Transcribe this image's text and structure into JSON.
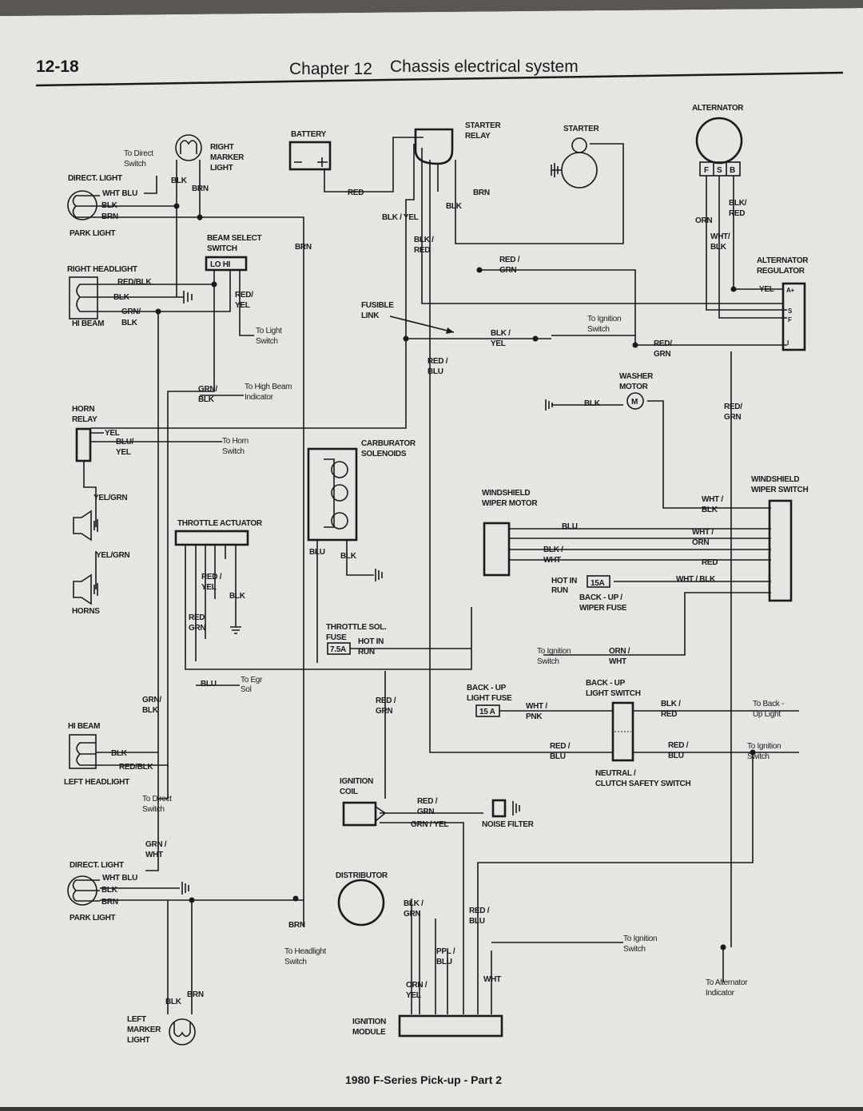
{
  "header": {
    "page_number": "12-18",
    "chapter": "Chapter 12",
    "title": "Chassis electrical system"
  },
  "footer": {
    "caption": "1980 F-Series Pick-up - Part 2"
  },
  "components": {
    "alternator": "ALTERNATOR",
    "alt_f": "F",
    "alt_s": "S",
    "alt_b": "B",
    "starter": "STARTER",
    "starter_relay_1": "STARTER",
    "starter_relay_2": "RELAY",
    "battery": "BATTERY",
    "right_marker_1": "RIGHT",
    "right_marker_2": "MARKER",
    "right_marker_3": "LIGHT",
    "to_direct_switch_1": "To Direct",
    "to_direct_switch_2": "Switch",
    "direct_light_r": "DIRECT. LIGHT",
    "park_light_r": "PARK LIGHT",
    "beam_select_1": "BEAM SELECT",
    "beam_select_2": "SWITCH",
    "beam_lo_hi": "LO  HI",
    "right_headlight": "RIGHT HEADLIGHT",
    "hi_beam_r": "HI BEAM",
    "to_light_switch_1": "To Light",
    "to_light_switch_2": "Switch",
    "fusible_link_1": "FUSIBLE",
    "fusible_link_2": "LINK",
    "to_ign_1a": "To Ignition",
    "to_ign_1b": "Switch",
    "regulator_1": "ALTERNATOR",
    "regulator_2": "REGULATOR",
    "reg_a": "A+",
    "reg_s": "S",
    "reg_f": "F",
    "reg_i": "I",
    "washer_1": "WASHER",
    "washer_2": "MOTOR",
    "washer_m": "M",
    "horn_relay_1": "HORN",
    "horn_relay_2": "RELAY",
    "to_high_beam_1": "To High Beam",
    "to_high_beam_2": "Indicator",
    "to_horn_1": "To Horn",
    "to_horn_2": "Switch",
    "carb_1": "CARBURATOR",
    "carb_2": "SOLENOIDS",
    "wiper_switch_1": "WINDSHIELD",
    "wiper_switch_2": "WIPER SWITCH",
    "wiper_motor_1": "WINDSHIELD",
    "wiper_motor_2": "WIPER MOTOR",
    "throttle_actuator": "THROTTLE ACTUATOR",
    "horns": "HORNS",
    "hot_in_run_a1": "HOT IN",
    "hot_in_run_a2": "RUN",
    "fuse_15a": "15A",
    "backup_wiper_fuse_1": "BACK  - UP /",
    "backup_wiper_fuse_2": "WIPER FUSE",
    "throttle_sol_1": "THROTTLE SOL.",
    "throttle_sol_2": "FUSE",
    "fuse_75a": "7.5A",
    "hot_in_run_b1": "HOT IN",
    "hot_in_run_b2": "RUN",
    "to_ign_2a": "To Ignition",
    "to_ign_2b": "Switch",
    "to_egr_1": "To Egr",
    "to_egr_2": "Sol",
    "backup_fuse_1": "BACK - UP",
    "backup_fuse_2": "LIGHT FUSE",
    "fuse_15_a": "15 A",
    "backup_switch_1": "BACK - UP",
    "backup_switch_2": "LIGHT SWITCH",
    "to_backup_1": "To Back -",
    "to_backup_2": "Up Light",
    "hi_beam_l": "HI BEAM",
    "to_ign_3a": "To Ignition",
    "to_ign_3b": "Switch",
    "left_headlight": "LEFT HEADLIGHT",
    "neutral_1": "NEUTRAL /",
    "neutral_2": "CLUTCH SAFETY SWITCH",
    "ign_coil_1": "IGNITION",
    "ign_coil_2": "COIL",
    "noise_filter": "NOISE FILTER",
    "to_direct_switch_l1": "To Direct",
    "to_direct_switch_l2": "Switch",
    "direct_light_l": "DIRECT. LIGHT",
    "park_light_l": "PARK LIGHT",
    "distributor": "DISTRIBUTOR",
    "to_ign_4a": "To Ignition",
    "to_ign_4b": "Switch",
    "to_headlight_1": "To Headlight",
    "to_headlight_2": "Switch",
    "to_alt_ind_1": "To Alternator",
    "to_alt_ind_2": "Indicator",
    "left_marker_1": "LEFT",
    "left_marker_2": "MARKER",
    "left_marker_3": "LIGHT",
    "ign_module_1": "IGNITION",
    "ign_module_2": "MODULE"
  },
  "wires": [
    "BLK",
    "BRN",
    "WHT  BLU",
    "BLK",
    "BRN",
    "RED",
    "BRN",
    "BLK",
    "BLK / YEL",
    "BLK /",
    "RED",
    "BRN",
    "ORN",
    "BLK/",
    "RED",
    "WHT/",
    "BLK",
    "RED /",
    "GRN",
    "RED/BLK",
    "BLK",
    "GRN/",
    "BLK",
    "RED/",
    "YEL",
    "YEL",
    "BLK /",
    "YEL",
    "RED/",
    "GRN",
    "RED /",
    "BLU",
    "GRN/",
    "BLK",
    "BLK",
    "RED/",
    "GRN",
    "YEL",
    "BLU/",
    "YEL",
    "YEL/GRN",
    "WHT /",
    "BLK",
    "BLU",
    "WHT /",
    "ORN",
    "BLK /",
    "WHT",
    "RED",
    "WHT / BLK",
    "BLU",
    "BLK",
    "YEL/GRN",
    "RED /",
    "YEL",
    "BLK",
    "RED",
    "GRN",
    "ORN /",
    "WHT",
    "BLU",
    "GRN/",
    "BLK",
    "RED /",
    "GRN",
    "WHT /",
    "PNK",
    "BLK /",
    "RED",
    "RED /",
    "BLU",
    "RED /",
    "BLU",
    "BLK",
    "RED/BLK",
    "RED /",
    "GRN",
    "GRN / YEL",
    "GRN /",
    "WHT",
    "WHT  BLU",
    "BLK",
    "BRN",
    "BLK /",
    "GRN",
    "RED /",
    "BLU",
    "BRN",
    "PPL /",
    "BLU",
    "WHT",
    "ORN /",
    "YEL",
    "BRN",
    "BLK"
  ]
}
